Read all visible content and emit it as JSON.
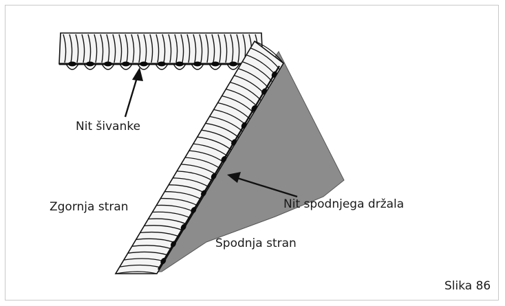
{
  "labels": {
    "top_thread": "Nit šivanke",
    "bobbin_thread": "Nit spodnjega držala",
    "upper_side": "Zgornja stran",
    "under_side": "Spodnja stran",
    "figure": "Slika 86"
  },
  "colors": {
    "fabric_underside": "#8c8c8c",
    "thread_white": "#f4f4f4",
    "outline": "#111111",
    "bobbin_knot": "#0a0a0a",
    "frame_border": "#c8c8c8",
    "text": "#1a1a1a"
  }
}
